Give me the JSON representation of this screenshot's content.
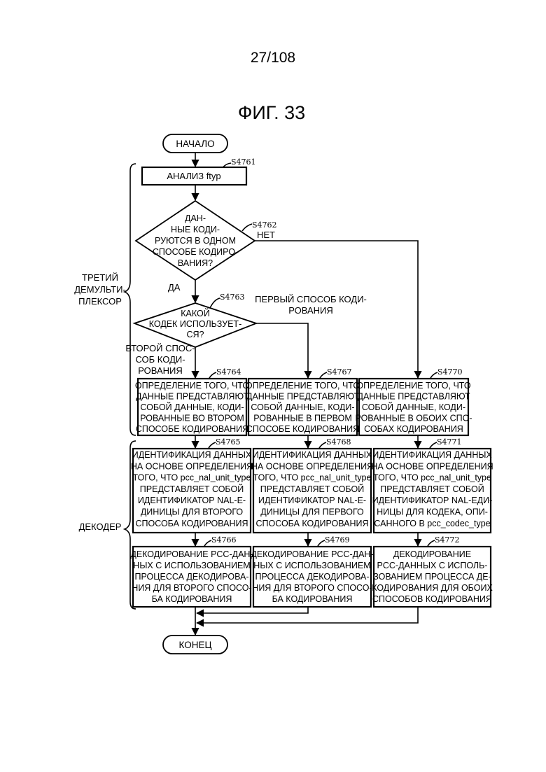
{
  "page_number": "27/108",
  "figure_title": "ФИГ. 33",
  "start_label": "НАЧАЛО",
  "end_label": "КОНЕЦ",
  "groups": {
    "demux": [
      "ТРЕТИЙ",
      "ДЕМУЛЬТИ-",
      "ПЛЕКСОР"
    ],
    "decoder": "ДЕКОДЕР"
  },
  "steps": {
    "s4761": {
      "id": "S4761",
      "text": "АНАЛИЗ ftyp"
    },
    "s4762": {
      "id": "S4762",
      "lines": [
        "ДАН-",
        "НЫЕ КОДИ-",
        "РУЮТСЯ В ОДНОМ",
        "СПОСОБЕ КОДИРО-",
        "ВАНИЯ?"
      ],
      "yes": "ДА",
      "no": "НЕТ"
    },
    "s4763": {
      "id": "S4763",
      "lines": [
        "КАКОЙ",
        "КОДЕК ИСПОЛЬЗУЕТ-",
        "СЯ?"
      ],
      "branch_first": [
        "ПЕРВЫЙ СПОСОБ КОДИ-",
        "РОВАНИЯ"
      ],
      "branch_second": [
        "ВТОРОЙ СПОС-",
        "СОБ КОДИ-",
        "РОВАНИЯ"
      ]
    },
    "s4764": {
      "id": "S4764",
      "lines": [
        "ОПРЕДЕЛЕНИЕ ТОГО, ЧТО",
        "ДАННЫЕ ПРЕДСТАВЛЯЮТ",
        "СОБОЙ ДАННЫЕ, КОДИ-",
        "РОВАННЫЕ ВО ВТОРОМ",
        "СПОСОБЕ КОДИРОВАНИЯ"
      ]
    },
    "s4767": {
      "id": "S4767",
      "lines": [
        "ОПРЕДЕЛЕНИЕ ТОГО, ЧТО",
        "ДАННЫЕ ПРЕДСТАВЛЯЮТ",
        "СОБОЙ ДАННЫЕ, КОДИ-",
        "РОВАННЫЕ В ПЕРВОМ",
        "СПОСОБЕ КОДИРОВАНИЯ"
      ]
    },
    "s4770": {
      "id": "S4770",
      "lines": [
        "ОПРЕДЕЛЕНИЕ ТОГО, ЧТО",
        "ДАННЫЕ ПРЕДСТАВЛЯЮТ",
        "СОБОЙ ДАННЫЕ, КОДИ-",
        "РОВАННЫЕ В ОБОИХ СПО-",
        "СОБАХ КОДИРОВАНИЯ"
      ]
    },
    "s4765": {
      "id": "S4765",
      "lines": [
        "ИДЕНТИФИКАЦИЯ ДАННЫХ",
        "НА ОСНОВЕ ОПРЕДЕЛЕНИЯ",
        "ТОГО, ЧТО pcc_nal_unit_type",
        "ПРЕДСТАВЛЯЕТ СОБОЙ",
        "ИДЕНТИФИКАТОР NAL-Е-",
        "ДИНИЦЫ ДЛЯ ВТОРОГО",
        "СПОСОБА КОДИРОВАНИЯ"
      ]
    },
    "s4768": {
      "id": "S4768",
      "lines": [
        "ИДЕНТИФИКАЦИЯ ДАННЫХ",
        "НА ОСНОВЕ ОПРЕДЕЛЕНИЯ",
        "ТОГО, ЧТО pcc_nal_unit_type",
        "ПРЕДСТАВЛЯЕТ СОБОЙ",
        "ИДЕНТИФИКАТОР NAL-Е-",
        "ДИНИЦЫ ДЛЯ ПЕРВОГО",
        "СПОСОБА КОДИРОВАНИЯ"
      ]
    },
    "s4771": {
      "id": "S4771",
      "lines": [
        "ИДЕНТИФИКАЦИЯ ДАННЫХ",
        "НА ОСНОВЕ ОПРЕДЕЛЕНИЯ",
        "ТОГО, ЧТО pcc_nal_unit_type",
        "ПРЕДСТАВЛЯЕТ СОБОЙ",
        "ИДЕНТИФИКАТОР NAL-ЕДИ-",
        "НИЦЫ ДЛЯ КОДЕКА, ОПИ-",
        "САННОГО В pcc_codec_type"
      ]
    },
    "s4766": {
      "id": "S4766",
      "lines": [
        "ДЕКОДИРОВАНИЕ PCC-ДАН-",
        "НЫХ С ИСПОЛЬЗОВАНИЕМ",
        "ПРОЦЕССА ДЕКОДИРОВА-",
        "НИЯ ДЛЯ ВТОРОГО СПОСО-",
        "БА КОДИРОВАНИЯ"
      ]
    },
    "s4769": {
      "id": "S4769",
      "lines": [
        "ДЕКОДИРОВАНИЕ PCC-ДАН-",
        "НЫХ С ИСПОЛЬЗОВАНИЕМ",
        "ПРОЦЕССА ДЕКОДИРОВА-",
        "НИЯ ДЛЯ ВТОРОГО СПОСО-",
        "БА КОДИРОВАНИЯ"
      ]
    },
    "s4772": {
      "id": "S4772",
      "lines": [
        "ДЕКОДИРОВАНИЕ",
        "PCC-ДАННЫХ С ИСПОЛЬ-",
        "ЗОВАНИЕМ ПРОЦЕССА ДЕ-",
        "КОДИРОВАНИЯ ДЛЯ ОБОИХ",
        "СПОСОБОВ КОДИРОВАНИЯ"
      ]
    }
  }
}
